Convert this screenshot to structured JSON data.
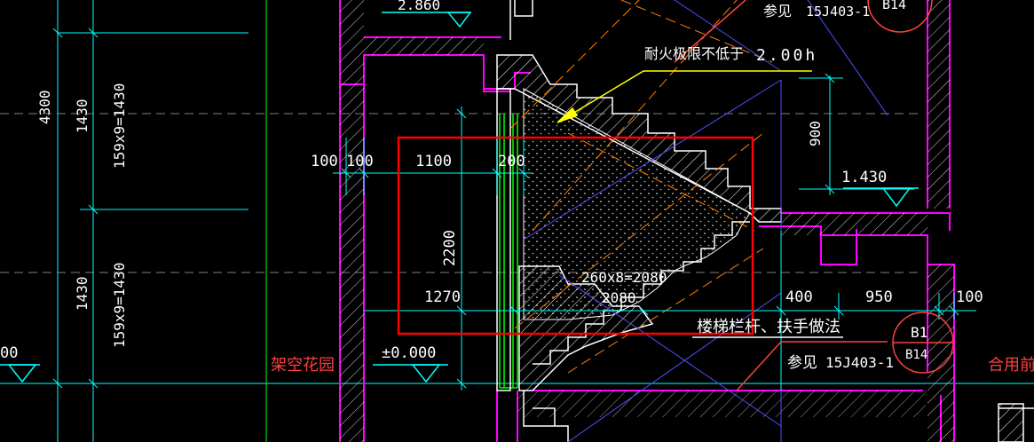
{
  "colors": {
    "background": "#000000",
    "dimension": "#00ffff",
    "wall": "#ff00ff",
    "text_white": "#ffffff",
    "text_red": "#ff4040",
    "annotation": "#ffff00",
    "highlight": "#ff0000",
    "stair_orange": "#ff8000",
    "stair_blue": "#5050ff",
    "stair_green": "#00ff00",
    "axis": "#808080"
  },
  "labels": {
    "elev_top": "2.860",
    "ref_top": "参见",
    "ref_top_code": "15J403-1",
    "tag_top": "B14",
    "fire_note": "耐火极限不低于",
    "fire_value": "2.00h",
    "dim_900": "900",
    "elev_1430": "1.430",
    "dim_4300": "4300",
    "dim_1430_top": "1430",
    "dim_159_top": "159x9=1430",
    "dim_1430_bottom": "1430",
    "dim_159_bottom": "159x9=1430",
    "dim_100_a": "100",
    "dim_100_b": "100",
    "dim_1100": "1100",
    "dim_200": "200",
    "dim_2200": "2200",
    "dim_260x8": "260x8=2080",
    "dim_2080": "2080",
    "dim_1270": "1270",
    "dim_400": "400",
    "dim_950": "950",
    "dim_100_right": "100",
    "railing_note": "楼梯栏杆、扶手做法",
    "ref_bottom": "参见",
    "ref_bottom_code": "15J403-1",
    "tag_b1": "B1",
    "tag_b14": "B14",
    "elev_0": "±0.000",
    "elev_left": "00",
    "garden": "架空花园",
    "lobby": "合用前室"
  }
}
